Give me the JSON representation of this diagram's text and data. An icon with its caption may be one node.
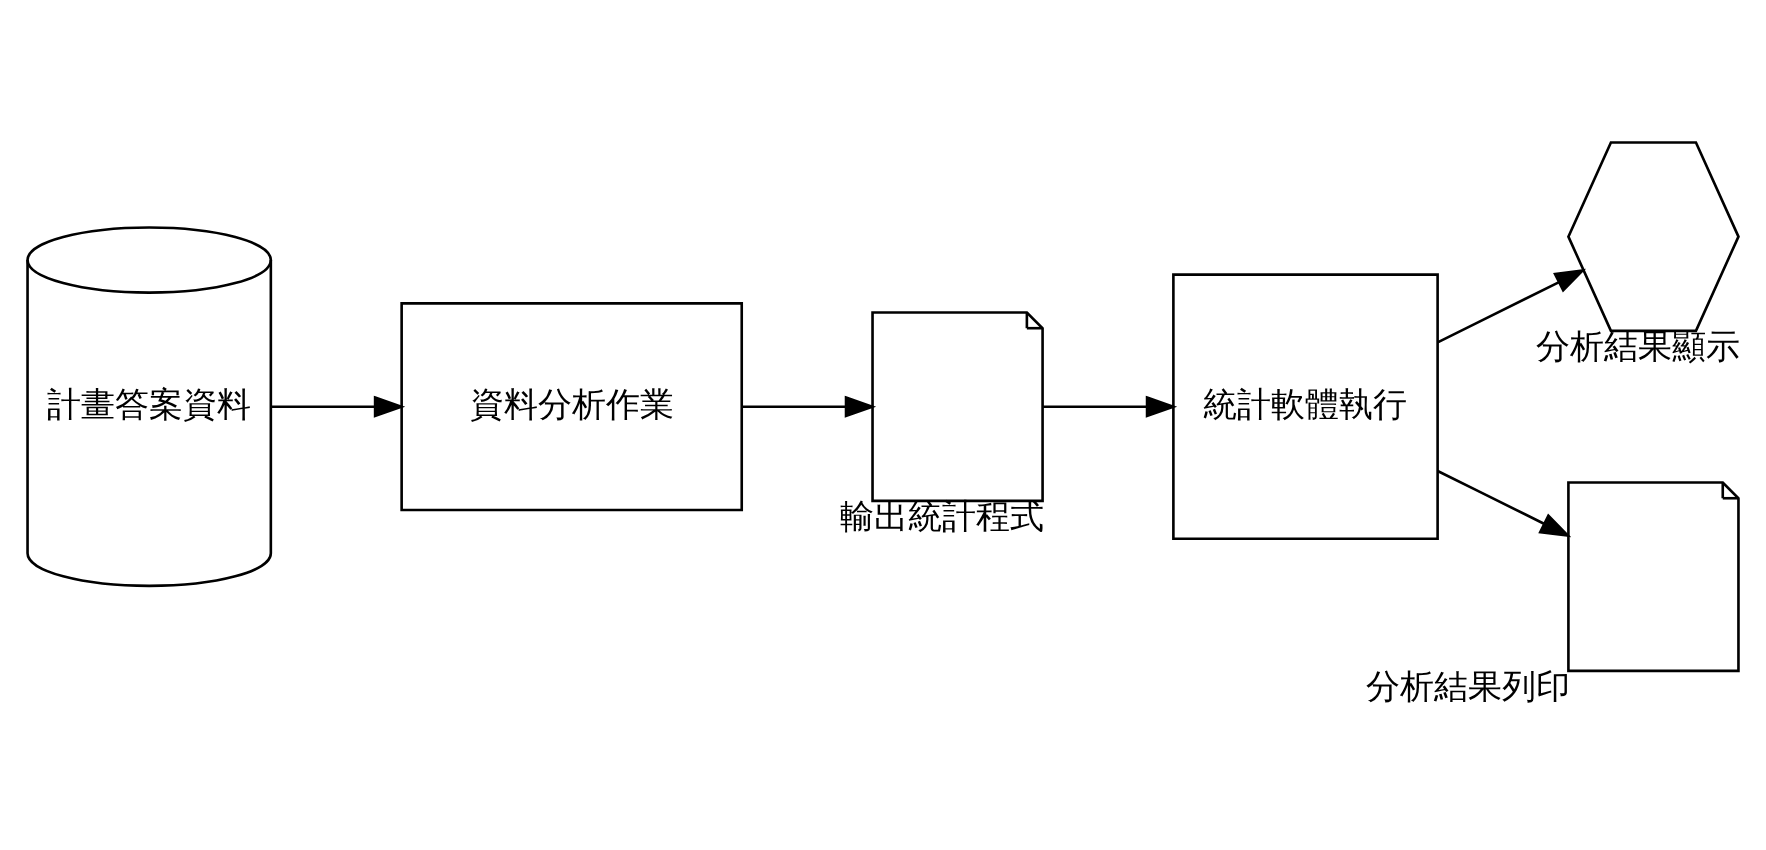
{
  "diagram": {
    "nodes": [
      {
        "text": [
          "計畫答案資料"
        ]
      },
      {
        "text": [
          "資料分析作業"
        ]
      },
      {
        "text": [],
        "shape": "document",
        "beside": [
          "輸出統計程式"
        ]
      },
      {
        "text": [
          "統計軟體執行"
        ]
      },
      {
        "text": [],
        "shape": "display",
        "beside": [
          "分析結果顯示"
        ]
      },
      {
        "text": [],
        "shape": "document",
        "beside": [
          "分析結果列印"
        ]
      }
    ],
    "edges": [
      {
        "from": 0,
        "to": 1,
        "arrow": "to"
      },
      {
        "from": 1,
        "to": 2,
        "arrow": "to"
      },
      {
        "from": 2,
        "to": 3,
        "arrow": "to"
      },
      {
        "from": 3,
        "to": 4,
        "arrow": "to"
      },
      {
        "from": 3,
        "to": 5,
        "arrow": "to"
      }
    ]
  }
}
